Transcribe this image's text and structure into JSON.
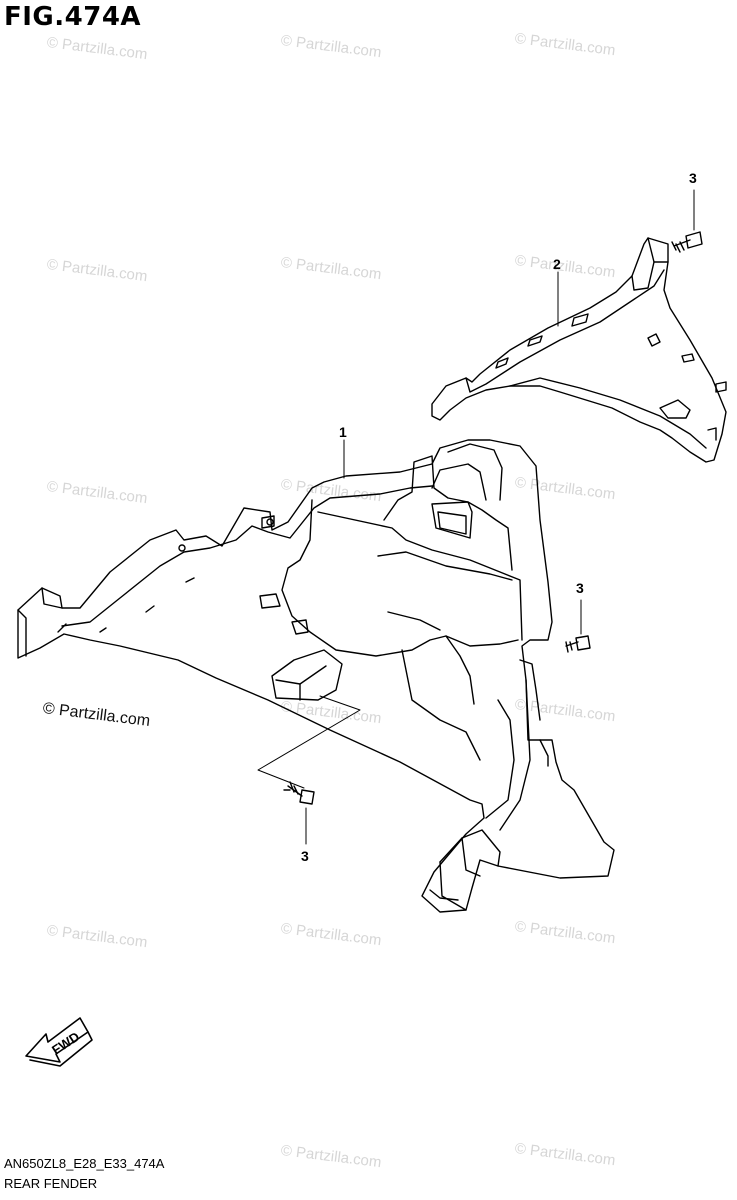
{
  "figure": {
    "title": "FIG.474A",
    "code": "AN650ZL8_E28_E33_474A",
    "name": "REAR FENDER"
  },
  "callouts": {
    "part1": "1",
    "part2": "2",
    "part3_top": "3",
    "part3_right": "3",
    "part3_bottom": "3"
  },
  "fwd_label": "FWD",
  "copyright": "© Partzilla.com",
  "watermark": "© Partzilla.com"
}
